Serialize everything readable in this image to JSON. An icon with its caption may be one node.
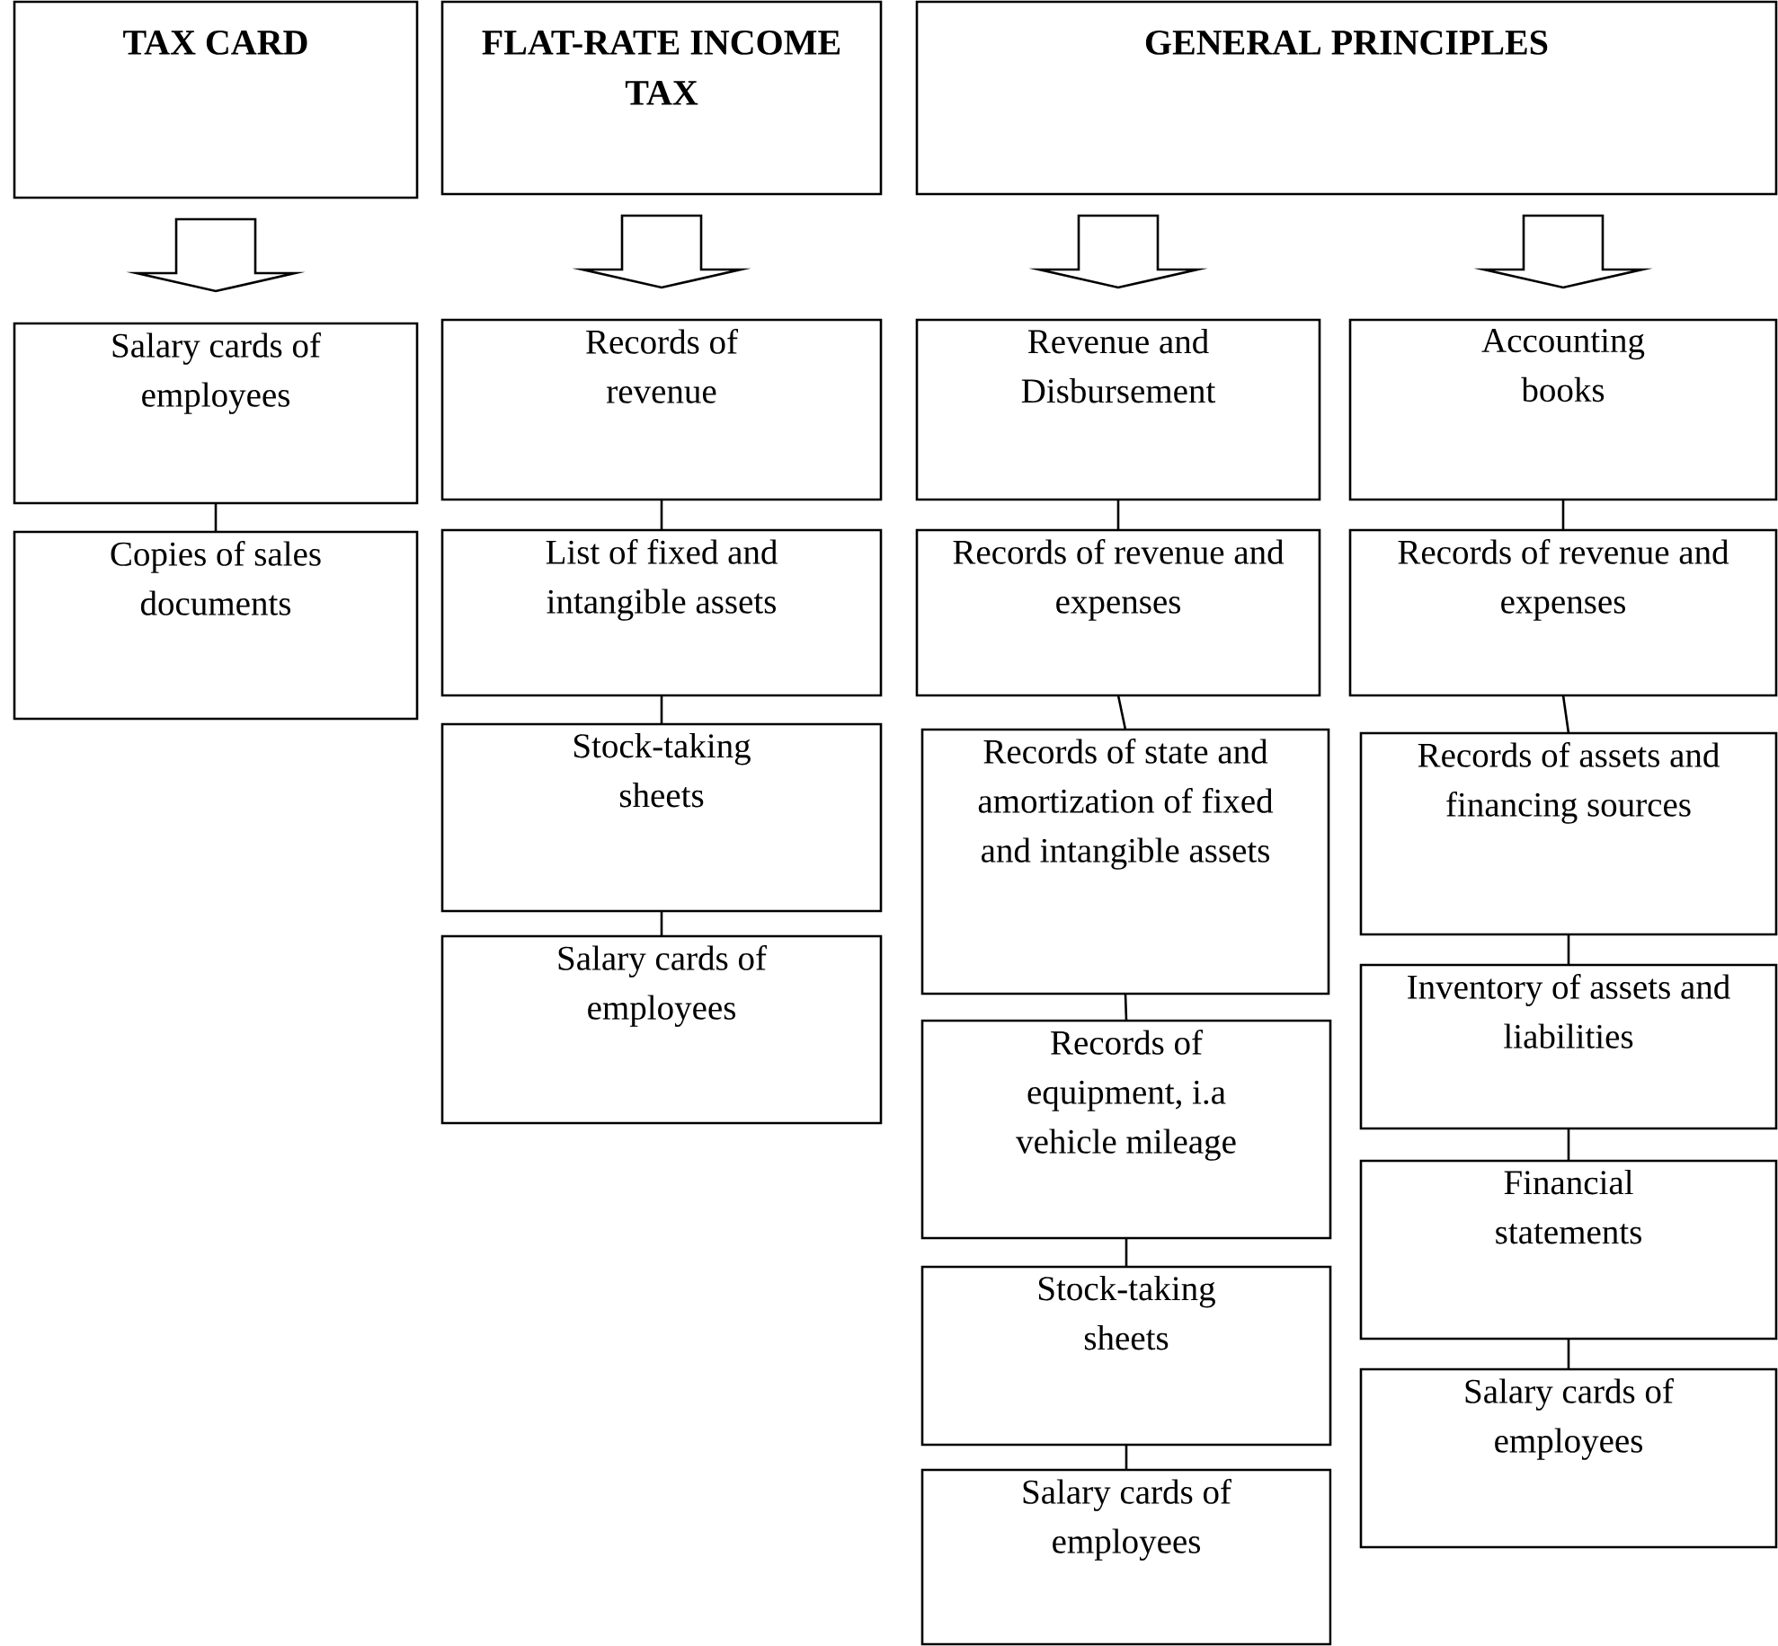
{
  "diagram": {
    "nodes": [
      {
        "text": [
          "TAX CARD"
        ]
      },
      {
        "text": [
          "FLAT-RATE INCOME TAX"
        ]
      },
      {
        "text": [
          "GENERAL PRINCIPLES"
        ]
      },
      {
        "text": [
          "Salary cards of employees"
        ]
      },
      {
        "text": [
          "Copies of sales documents"
        ]
      },
      {
        "text": [
          "Records of revenue"
        ]
      },
      {
        "text": [
          "List of fixed and intangible assets"
        ]
      },
      {
        "text": [
          "Stock-taking sheets"
        ]
      },
      {
        "text": [
          "Salary cards of employees"
        ]
      },
      {
        "text": [
          "Revenue and Disbursement"
        ]
      },
      {
        "text": [
          "Records of revenue and expenses"
        ]
      },
      {
        "text": [
          "Records of state and amortization of fixed and intangible assets"
        ]
      },
      {
        "text": [
          "Records of equipment, i.a vehicle mileage"
        ]
      },
      {
        "text": [
          "Stock-taking sheets"
        ]
      },
      {
        "text": [
          "Salary cards of employees"
        ]
      },
      {
        "text": [
          "Accounting books"
        ]
      },
      {
        "text": [
          "Records of revenue and expenses"
        ]
      },
      {
        "text": [
          "Records of assets and financing sources"
        ]
      },
      {
        "text": [
          "Inventory of assets and liabilities"
        ]
      },
      {
        "text": [
          "Financial statements"
        ]
      },
      {
        "text": [
          "Salary cards of employees"
        ]
      }
    ],
    "edges": [
      {
        "from": 0,
        "to": 3,
        "arrow": "to"
      },
      {
        "from": 1,
        "to": 5,
        "arrow": "to"
      },
      {
        "from": 2,
        "to": 9,
        "arrow": "to"
      },
      {
        "from": 2,
        "to": 15,
        "arrow": "to"
      },
      {
        "from": 3,
        "to": 4,
        "arrow": "none"
      },
      {
        "from": 5,
        "to": 6,
        "arrow": "none"
      },
      {
        "from": 6,
        "to": 7,
        "arrow": "none"
      },
      {
        "from": 7,
        "to": 8,
        "arrow": "none"
      },
      {
        "from": 9,
        "to": 10,
        "arrow": "none"
      },
      {
        "from": 10,
        "to": 11,
        "arrow": "none"
      },
      {
        "from": 11,
        "to": 12,
        "arrow": "none"
      },
      {
        "from": 12,
        "to": 13,
        "arrow": "none"
      },
      {
        "from": 13,
        "to": 14,
        "arrow": "none"
      },
      {
        "from": 15,
        "to": 16,
        "arrow": "none"
      },
      {
        "from": 16,
        "to": 17,
        "arrow": "none"
      },
      {
        "from": 17,
        "to": 18,
        "arrow": "none"
      },
      {
        "from": 18,
        "to": 19,
        "arrow": "none"
      },
      {
        "from": 19,
        "to": 20,
        "arrow": "none"
      }
    ]
  }
}
